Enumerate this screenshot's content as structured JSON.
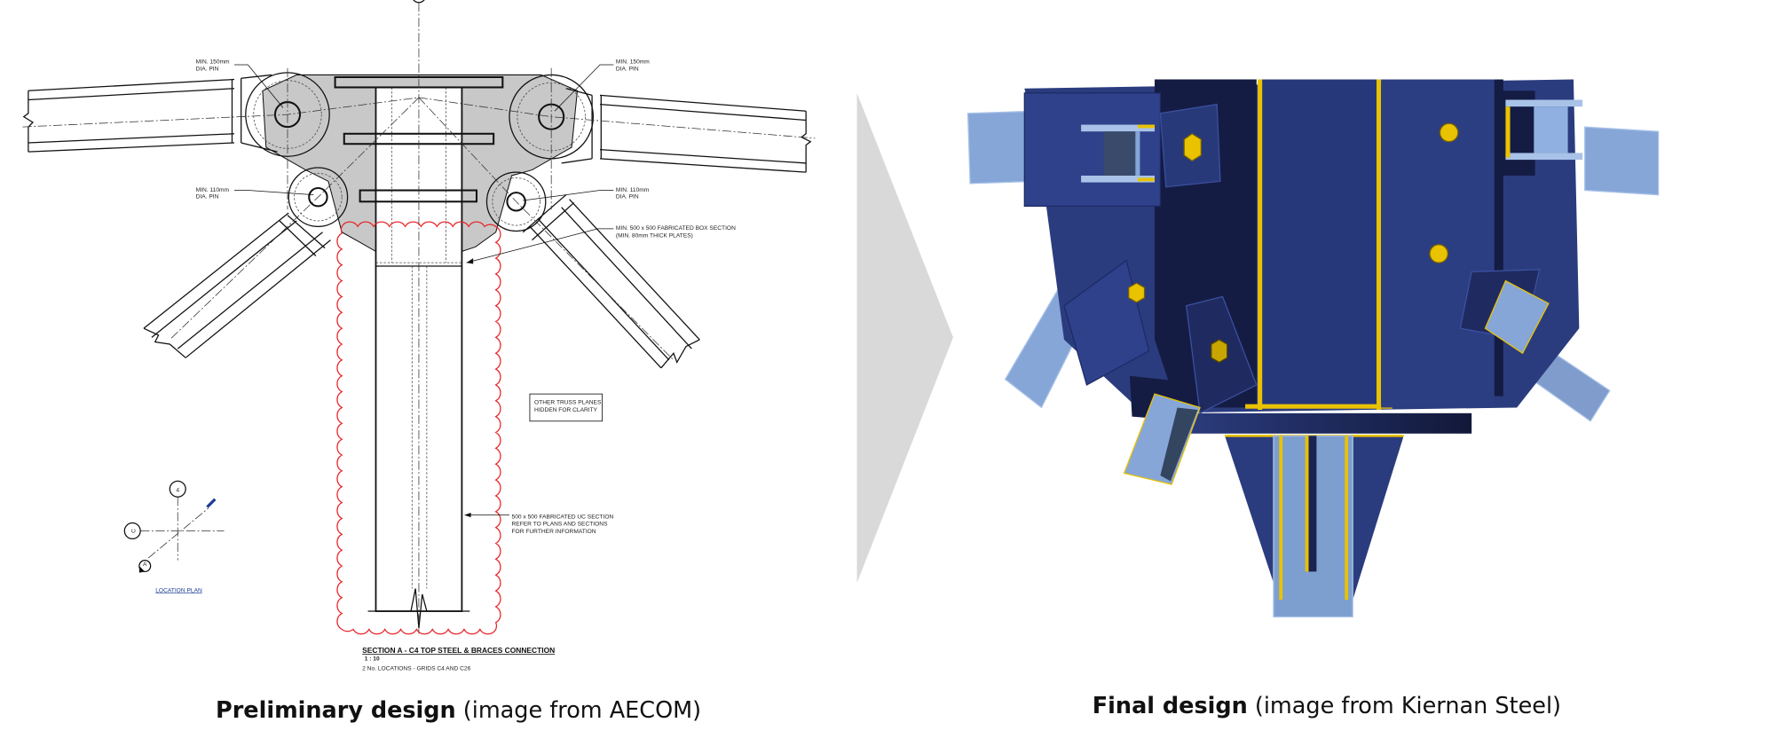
{
  "left_drawing": {
    "pin_labels": {
      "top_left": [
        "MIN. 150mm",
        "DIA. PIN"
      ],
      "top_right": [
        "MIN. 150mm",
        "DIA. PIN"
      ],
      "lower_left": [
        "MIN. 110mm",
        "DIA. PIN"
      ],
      "lower_right": [
        "MIN. 110mm",
        "DIA. PIN"
      ]
    },
    "box_section_note": [
      "MIN. 500 x 500 FABRICATED BOX SECTION",
      "(MIN. 80mm THICK PLATES)"
    ],
    "hidden_note": [
      "OTHER TRUSS PLANES",
      "HIDDEN FOR CLARITY"
    ],
    "uc_note": [
      "500 x 500 FABRICATED UC SECTION",
      "REFER TO PLANS AND SECTIONS",
      "FOR FURTHER INFORMATION"
    ],
    "section_title": "SECTION A - C4 TOP STEEL & BRACES CONNECTION",
    "scale": "1 : 10",
    "locations": "2 No. LOCATIONS - GRIDS C4 AND C26",
    "location_plan": {
      "grid_number": "4",
      "grid_letter": "C",
      "section_marker": "A",
      "label": "LOCATION PLAN"
    }
  },
  "captions": {
    "left_bold": "Preliminary design",
    "left_normal": " (image from AECOM)",
    "right_bold": "Final design",
    "right_normal": " (image from Kiernan Steel)"
  },
  "colors": {
    "cloud": "#e8262a",
    "gusset": "#c8c8c8",
    "chevron": "#d9d9d9",
    "steel_blue": "#2b3c7e",
    "steel_dark": "#151c44",
    "weld_yellow": "#e9c200",
    "tube_blue": "#86a6d8",
    "location_blue": "#1b3b94"
  }
}
